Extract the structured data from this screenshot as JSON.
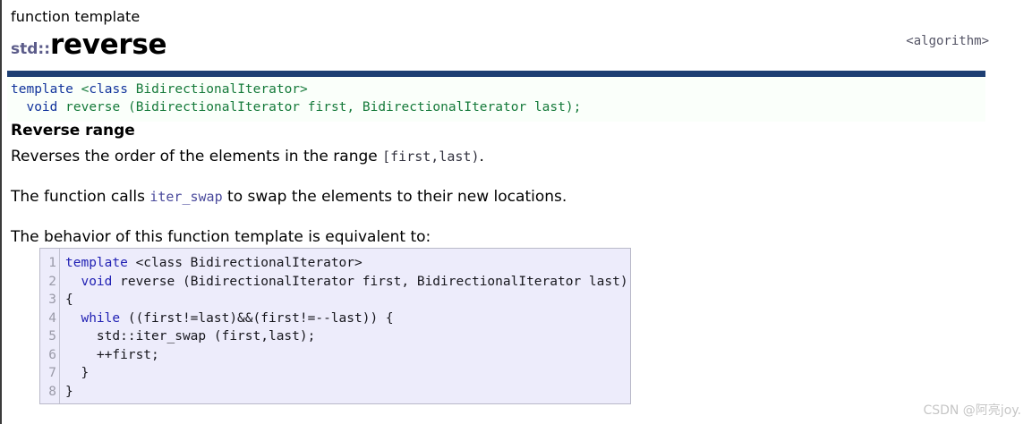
{
  "header": {
    "kicker": "function template",
    "namespace": "std::",
    "name": "reverse",
    "include": "<algorithm>"
  },
  "prototype": {
    "line1": {
      "kw_template": "template",
      "open_angle": "<",
      "kw_class": "class",
      "type_name": "BidirectionalIterator",
      "close_angle": ">"
    },
    "line2": {
      "kw_void": "void",
      "fn_name": "reverse",
      "params": "(BidirectionalIterator first, BidirectionalIterator last);"
    }
  },
  "sections": {
    "heading": "Reverse range",
    "desc_before": "Reverses the order of the elements in the range ",
    "desc_range": "[first,last)",
    "desc_after": ".",
    "calls_before": "The function calls ",
    "calls_link": "iter_swap",
    "calls_after": " to swap the elements to their new locations.",
    "behavior": "The behavior of this function template is equivalent to:"
  },
  "code": {
    "line_numbers": [
      "1",
      "2",
      "3",
      "4",
      "5",
      "6",
      "7",
      "8"
    ],
    "lines": [
      {
        "kw": "template",
        "rest": " <class BidirectionalIterator>"
      },
      {
        "kw": "  void",
        "rest": " reverse (BidirectionalIterator first, BidirectionalIterator last)"
      },
      {
        "kw": "",
        "rest": "{"
      },
      {
        "kw": "  while",
        "rest": " ((first!=last)&&(first!=--last)) {"
      },
      {
        "kw": "",
        "rest": "    std::iter_swap (first,last);"
      },
      {
        "kw": "",
        "rest": "    ++first;"
      },
      {
        "kw": "",
        "rest": "  }"
      },
      {
        "kw": "",
        "rest": "}"
      }
    ]
  },
  "watermark": {
    "text": "CSDN @阿亮joy."
  },
  "colors": {
    "header_bar": "#1e3f73",
    "namespace": "#5c5c8a",
    "proto_bg": "#fafffa",
    "proto_green": "#157a3a",
    "proto_keyword": "#12349c",
    "code_bg": "#edecfb",
    "code_keyword": "#2222b4",
    "gutter_text": "#9a9aa8",
    "watermark": "#c6c6c6"
  }
}
